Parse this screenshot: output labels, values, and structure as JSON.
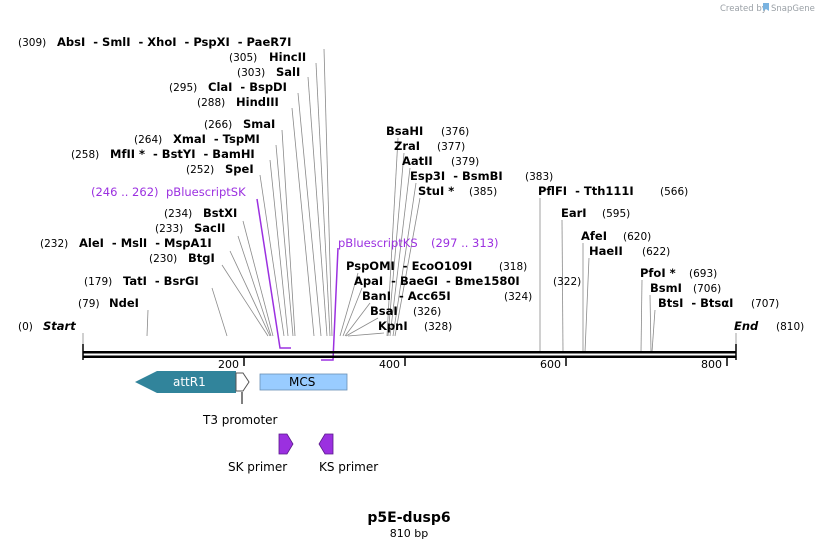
{
  "credit": {
    "text": "Created by",
    "brand": "SnapGene"
  },
  "title": "p5E-dusp6",
  "subtitle": "810 bp",
  "ends": {
    "start": {
      "label": "Start",
      "pos": "(0)"
    },
    "end": {
      "label": "End",
      "pos": "(810)"
    }
  },
  "ruler": {
    "ticks": [
      "200",
      "400",
      "600",
      "800"
    ]
  },
  "enzymes": [
    {
      "pos": "(309)",
      "name": "AbsI  - SmlI  - XhoI  - PspXI  - PaeR7I"
    },
    {
      "pos": "(305)",
      "name": "HincII"
    },
    {
      "pos": "(303)",
      "name": "SalI"
    },
    {
      "pos": "(295)",
      "name": "ClaI  - BspDI"
    },
    {
      "pos": "(288)",
      "name": "HindIII"
    },
    {
      "pos": "(266)",
      "name": "SmaI"
    },
    {
      "pos": "(264)",
      "name": "XmaI  - TspMI"
    },
    {
      "pos": "(258)",
      "name": "MfII *  - BstYI  - BamHI"
    },
    {
      "pos": "(252)",
      "name": "SpeI"
    },
    {
      "pos": "(234)",
      "name": "BstXI"
    },
    {
      "pos": "(233)",
      "name": "SacII"
    },
    {
      "pos": "(232)",
      "name": "AleI  - MslI  - MspA1I"
    },
    {
      "pos": "(230)",
      "name": "BtgI"
    },
    {
      "pos": "(179)",
      "name": "TatI  - BsrGI"
    },
    {
      "pos": "(79)",
      "name": "NdeI"
    },
    {
      "pos": "(376)",
      "name": "BsaHI"
    },
    {
      "pos": "(377)",
      "name": "ZraI"
    },
    {
      "pos": "(379)",
      "name": "AatII"
    },
    {
      "pos": "(383)",
      "name": "Esp3I  - BsmBI"
    },
    {
      "pos": "(385)",
      "name": "StuI *"
    },
    {
      "pos": "(318)",
      "name": "PspOMI  - EcoO109I"
    },
    {
      "pos": "(322)",
      "name": "ApaI  - BaeGI  - Bme1580I"
    },
    {
      "pos": "(324)",
      "name": "BanI  - Acc65I"
    },
    {
      "pos": "(326)",
      "name": "BsaI"
    },
    {
      "pos": "(328)",
      "name": "KpnI"
    },
    {
      "pos": "(566)",
      "name": "PflFI  - Tth111I"
    },
    {
      "pos": "(595)",
      "name": "EarI"
    },
    {
      "pos": "(620)",
      "name": "AfeI"
    },
    {
      "pos": "(622)",
      "name": "HaeII"
    },
    {
      "pos": "(693)",
      "name": "PfoI *"
    },
    {
      "pos": "(706)",
      "name": "BsmI"
    },
    {
      "pos": "(707)",
      "name": "BtsI  - BtsαI"
    }
  ],
  "primer_binding_sites": [
    {
      "name": "pBluescriptSK",
      "range": "(246 .. 262)"
    },
    {
      "name": "pBluescriptKS",
      "range": "(297 .. 313)"
    }
  ],
  "features": {
    "attR1": "attR1",
    "mcs": "MCS",
    "t3": "T3 promoter",
    "sk": "SK primer",
    "ks": "KS primer"
  },
  "colors": {
    "attR1": "#31849b",
    "mcs": "#99ccff",
    "primer": "#9b30e0",
    "backbone": "#000000"
  }
}
